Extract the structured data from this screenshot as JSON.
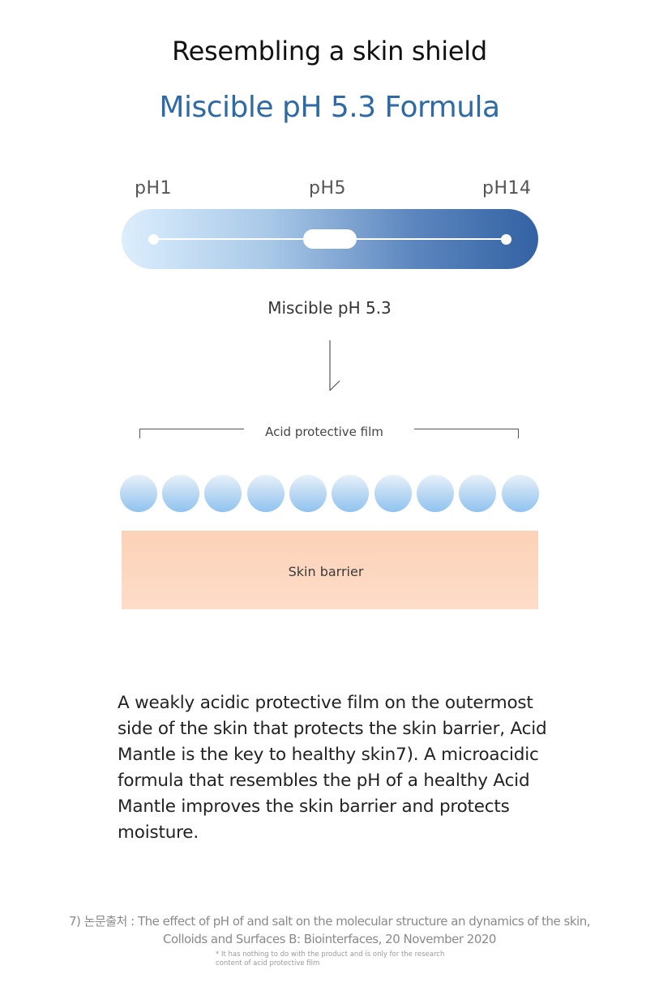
{
  "header": {
    "title": "Resembling a skin shield",
    "subtitle": "Miscible pH 5.3 Formula"
  },
  "ph_scale": {
    "left_label": "pH1",
    "middle_label": "pH5",
    "right_label": "pH14",
    "marker_label": "Miscible pH 5.3",
    "marker_value": 5.3,
    "colors": {
      "start": "#dceefd",
      "end": "#3362a3"
    }
  },
  "diagram": {
    "film_label": "Acid protective film",
    "skin_label": "Skin barrier",
    "sphere_count": 10,
    "colors": {
      "sphere": "#a9d1f5",
      "skin": "#fcd8c2"
    }
  },
  "body": {
    "paragraph": "A weakly acidic protective film on the outermost side of the skin that protects the skin barrier, Acid Mantle is the key to healthy skin7). A microacidic formula that resembles the pH of a healthy Acid Mantle improves the skin barrier and protects moisture."
  },
  "reference": {
    "line1": "7) 논문출처 : The effect of pH of and salt on the molecular structure an dynamics of the skin,",
    "line2": "Colloids and Surfaces B: Biointerfaces, 20 November 2020",
    "note_line1": "* It has nothing to do with the product and is only for the research",
    "note_line2": "content of acid protective film"
  }
}
